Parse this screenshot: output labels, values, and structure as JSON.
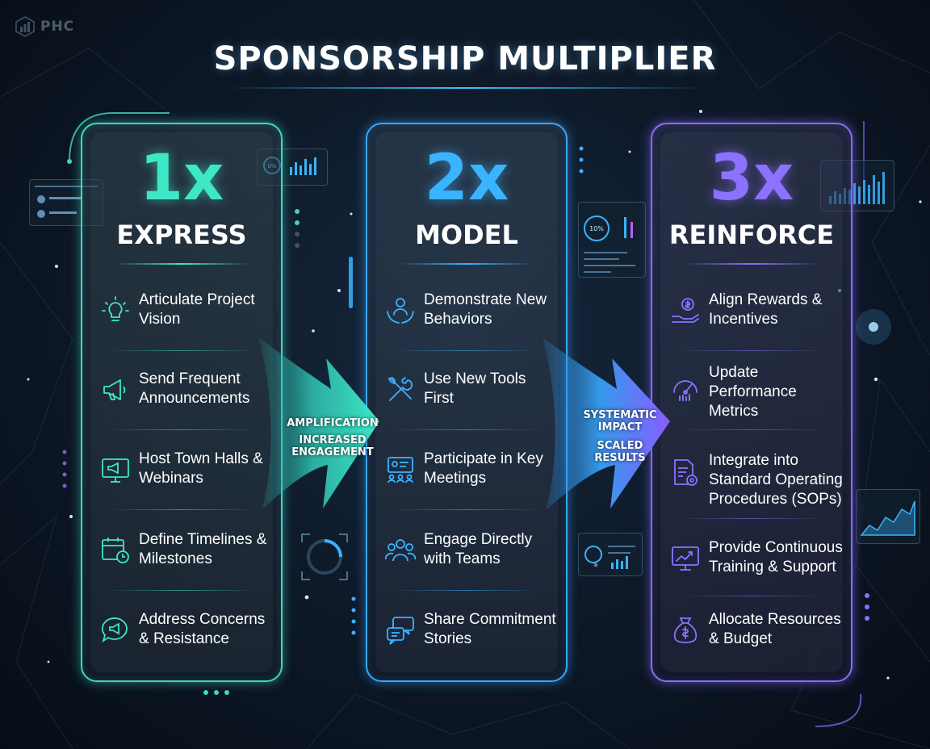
{
  "brand": {
    "logo_text": "PHC"
  },
  "title": "SPONSORSHIP MULTIPLIER",
  "colors": {
    "teal": "#3ee8c6",
    "blue": "#3ab4ff",
    "purple": "#8c72ff",
    "background": "#0e1a2a"
  },
  "columns": [
    {
      "multiplier": "1x",
      "heading": "EXPRESS",
      "items": [
        {
          "icon": "lightbulb-icon",
          "label": "Articulate Project Vision"
        },
        {
          "icon": "megaphone-icon",
          "label": "Send Frequent Announcements"
        },
        {
          "icon": "monitor-megaphone-icon",
          "label": "Host Town Halls & Webinars"
        },
        {
          "icon": "calendar-clock-icon",
          "label": "Define Timelines & Milestones"
        },
        {
          "icon": "chat-megaphone-icon",
          "label": "Address Concerns & Resistance"
        }
      ]
    },
    {
      "multiplier": "2x",
      "heading": "MODEL",
      "items": [
        {
          "icon": "person-hands-icon",
          "label": "Demonstrate New Behaviors"
        },
        {
          "icon": "tools-icon",
          "label": "Use New Tools First"
        },
        {
          "icon": "meeting-icon",
          "label": "Participate in Key Meetings"
        },
        {
          "icon": "team-icon",
          "label": "Engage Directly with Teams"
        },
        {
          "icon": "chat-bubbles-icon",
          "label": "Share Commitment Stories"
        }
      ]
    },
    {
      "multiplier": "3x",
      "heading": "REINFORCE",
      "items": [
        {
          "icon": "hand-coin-icon",
          "label": "Align Rewards & Incentives"
        },
        {
          "icon": "gauge-icon",
          "label": "Update Performance Metrics"
        },
        {
          "icon": "document-gear-icon",
          "label": "Integrate into Standard Operating Procedures (SOPs)"
        },
        {
          "icon": "monitor-chart-icon",
          "label": "Provide Continuous Training & Support"
        },
        {
          "icon": "money-bag-icon",
          "label": "Allocate Resources & Budget"
        }
      ]
    }
  ],
  "arrows": [
    {
      "line1": "AMPLIFICATION",
      "line2": "INCREASED ENGAGEMENT"
    },
    {
      "line1": "SYSTEMATIC IMPACT",
      "line2": "SCALED RESULTS"
    }
  ],
  "widgets": {
    "percent_a": "0%",
    "percent_b": "10%"
  }
}
